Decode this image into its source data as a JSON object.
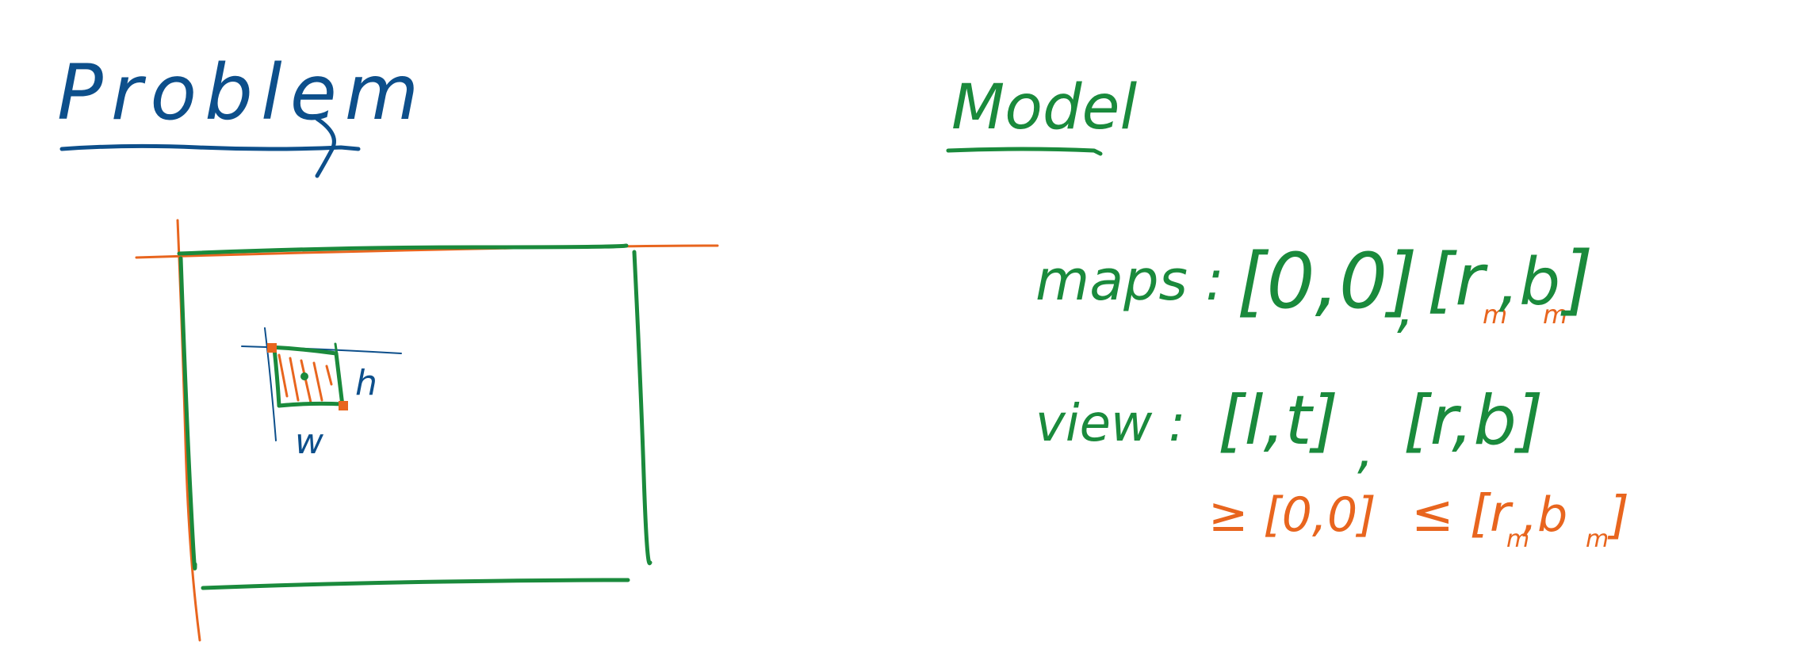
{
  "colors": {
    "blue": "#0d4f8b",
    "green": "#1a8a3c",
    "orange": "#e8651e",
    "background": "#ffffff"
  },
  "left_panel": {
    "heading": "Problem",
    "width_label": "w",
    "height_label": "h"
  },
  "right_panel": {
    "heading": "Model",
    "maps": {
      "label": "maps :",
      "first_point": "[0,0]",
      "separator": ",",
      "second_point_open": "[r",
      "second_point_r_subscript": "m",
      "second_point_mid": ",b",
      "second_point_b_subscript": "m",
      "second_point_close": "]"
    },
    "view": {
      "label": "view :",
      "first_point": "[l,t]",
      "separator": ",",
      "second_point": "[r,b]"
    },
    "constraints": {
      "lower": "≥ [0,0]",
      "upper_open": "≤ [r",
      "upper_r_subscript": "m",
      "upper_mid": ",b",
      "upper_b_subscript": "m",
      "upper_close": "]"
    }
  }
}
